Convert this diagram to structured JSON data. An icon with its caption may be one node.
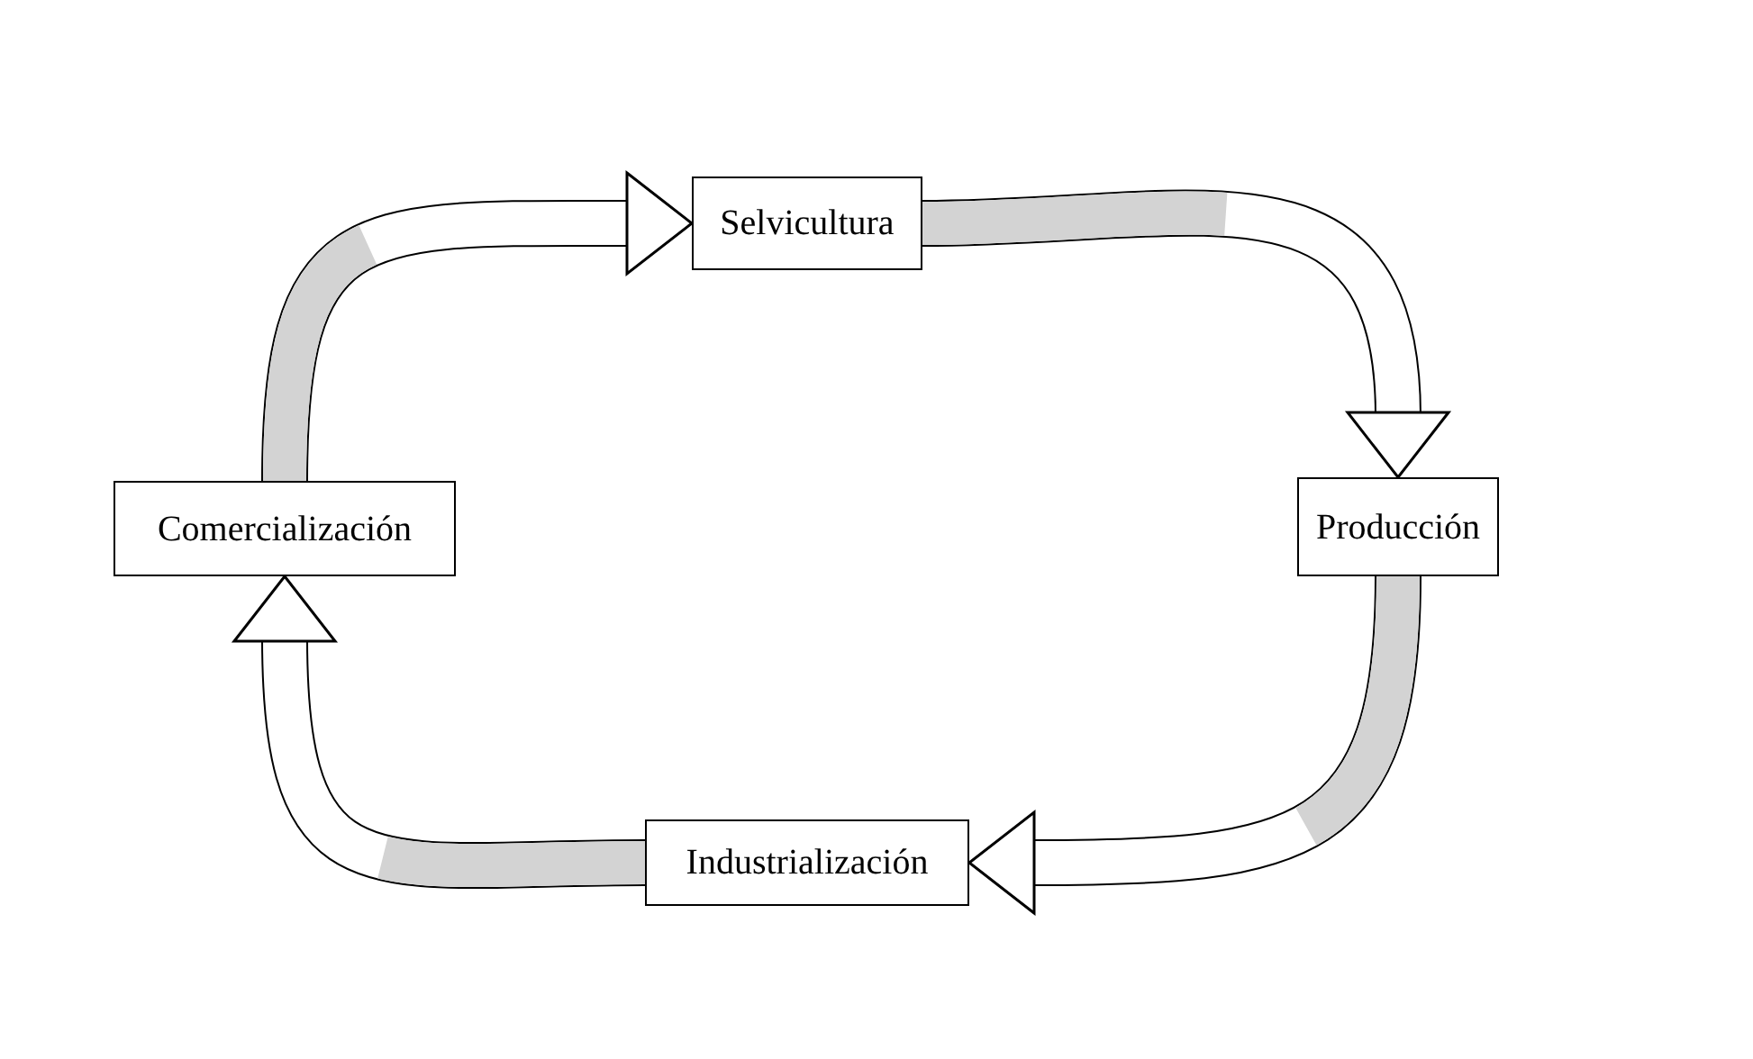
{
  "diagram": {
    "nodes": [
      {
        "text": [
          "Selvicultura"
        ]
      },
      {
        "text": [
          "Producción"
        ]
      },
      {
        "text": [
          "Industrialización"
        ]
      },
      {
        "text": [
          "Comercialización"
        ]
      }
    ],
    "edges": [
      {
        "from": 3,
        "to": 0,
        "arrow": "to"
      },
      {
        "from": 0,
        "to": 1,
        "arrow": "to"
      },
      {
        "from": 1,
        "to": 2,
        "arrow": "to"
      },
      {
        "from": 2,
        "to": 3,
        "arrow": "to"
      }
    ]
  }
}
